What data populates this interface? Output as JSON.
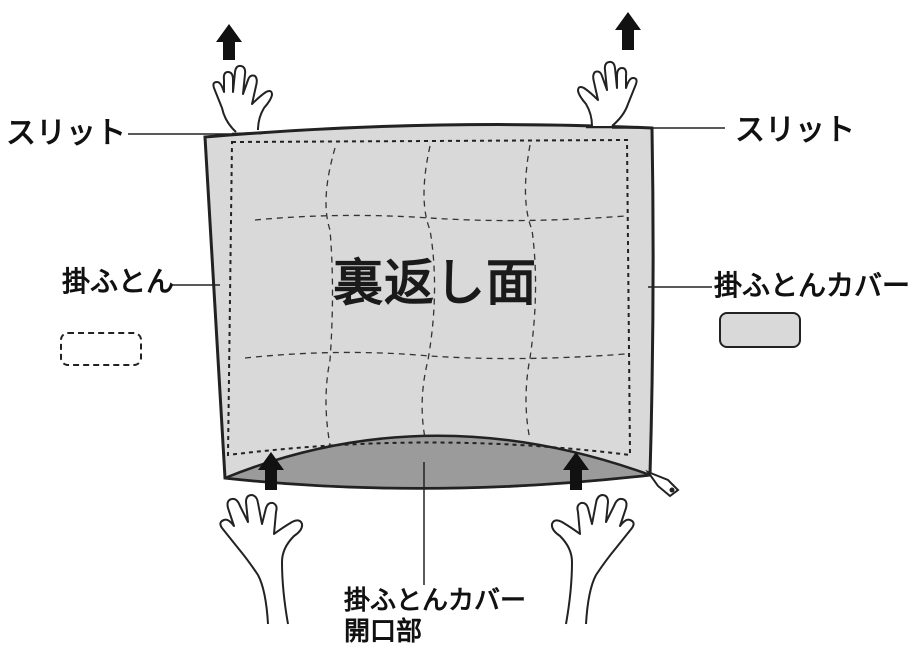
{
  "labels": {
    "slit_left": "スリット",
    "slit_right": "スリット",
    "futon": "掛ふとん",
    "cover": "掛ふとんカバー",
    "opening_line1": "掛ふとんカバー",
    "opening_line2": "開口部",
    "center": "裏返し面"
  },
  "colors": {
    "cover_fill": "#d9d9d9",
    "opening_fill": "#9b9b9b",
    "outline": "#222222"
  },
  "icons": {
    "arrow": "up-arrow-icon",
    "hand": "hand-icon"
  }
}
